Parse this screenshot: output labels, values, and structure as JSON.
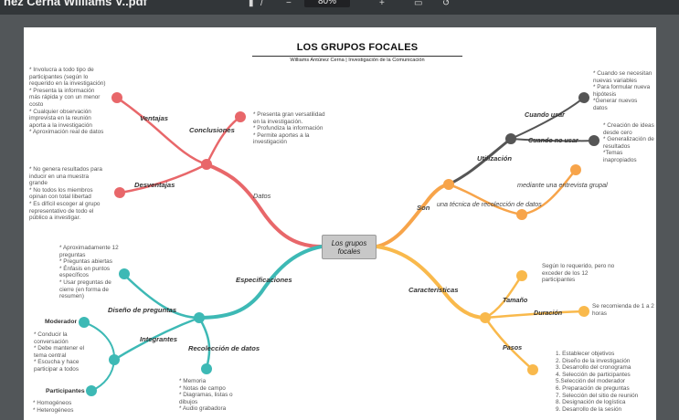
{
  "viewer": {
    "file_title": "nez Cerna Williams V..pdf",
    "page_sep": "/",
    "zoom": "80%",
    "icon_names": [
      "minus-icon",
      "plus-icon",
      "fit-page-icon",
      "rotate-icon"
    ]
  },
  "map": {
    "title": "LOS GRUPOS FOCALES",
    "subtitle": "Williams Antúnez Cerna  |  Investigación de la Comunicación",
    "central": "Los grupos\nfocales",
    "colors": {
      "red": "#e8676a",
      "orange": "#f7a44a",
      "yellow": "#f9b94c",
      "teal": "#3db9b5",
      "gray": "#555555"
    },
    "datos": {
      "label": "Datos",
      "ventajas": {
        "label": "Ventajas",
        "text": "* Involucra a todo tipo de\nparticipantes (según lo\nrequerido en la investigación)\n* Presenta la información\nmás rápida y con un menor\ncosto\n* Cualquier observación\nimprevista en la reunión\naporta a la investigación\n* Aproximación real de datos"
      },
      "conclusiones": {
        "label": "Conclusiones",
        "text": "* Presenta gran versatilidad\nen la investigación.\n* Profundiza la información\n* Permite aportes a la\ninvestigación"
      },
      "desventajas": {
        "label": "Desventajas",
        "text": "* No genera resultados para\ninducir en una muestra\ngrande\n* No todos los miembros\nopinan con total libertad\n*   Es difícil escoger al grupo\nrepresentativo de todo el\npúblico a investigar."
      }
    },
    "son": {
      "label": "Son",
      "tecnica": "una técnica de recolección de datos",
      "entrevista": "mediante una entrevista grupal",
      "utilizacion": {
        "label": "Utilización",
        "cuando_usar": {
          "label": "Cuando usar",
          "text": "* Cuando se necesitan\nnuevas variables\n* Para formular nueva\nhipótesis\n*Generar nuevos\ndatos"
        },
        "cuando_no_usar": {
          "label": "Cuando no usar",
          "text": "* Creación de ideas\ndesde cero\n* Generalización de\nresultados\n*Temas\ninapropiados"
        }
      }
    },
    "caracteristicas": {
      "label": "Características",
      "tamano": {
        "label": "Tamaño",
        "text": "Según lo requerido, pero no\nexceder de los 12\nparticipantes"
      },
      "duracion": {
        "label": "Duración",
        "text": "Se recomienda de 1 a 2\nhoras"
      },
      "pasos": {
        "label": "Pasos",
        "text": "1. Establecer objetivos\n2. Diseño de la investigación\n3. Desarrollo del cronograma\n4. Selección de participantes\n5.Selección del moderador\n6. Preparación de preguntas\n7. Selección del sitio de reunión\n8. Designación de logística\n9. Desarrollo de la sesión"
      }
    },
    "especificaciones": {
      "label": "Especificaciones",
      "diseno": {
        "label": "Diseño de preguntas",
        "text": "* Aproximadamente 12\npreguntas\n  * Preguntas abiertas\n  * Énfasis en puntos\n  específicos\n  * Usar preguntas de\n  cierre (en forma de\n  resumen)"
      },
      "integrantes": {
        "label": "Integrantes",
        "moderador": {
          "label": "Moderador",
          "text": "*  Conducir la\nconversación\n* Debe mantener el\ntema central\n*  Escucha y hace\nparticipar a todos"
        },
        "participantes": {
          "label": "Participantes",
          "text": "* Homogéneos\n* Heterogéneos"
        }
      },
      "recoleccion": {
        "label": "Recolección de datos",
        "text": "* Memoria\n* Notas de campo\n* Diagramas, listas o\ndibujos\n* Audio grabadora"
      }
    }
  }
}
